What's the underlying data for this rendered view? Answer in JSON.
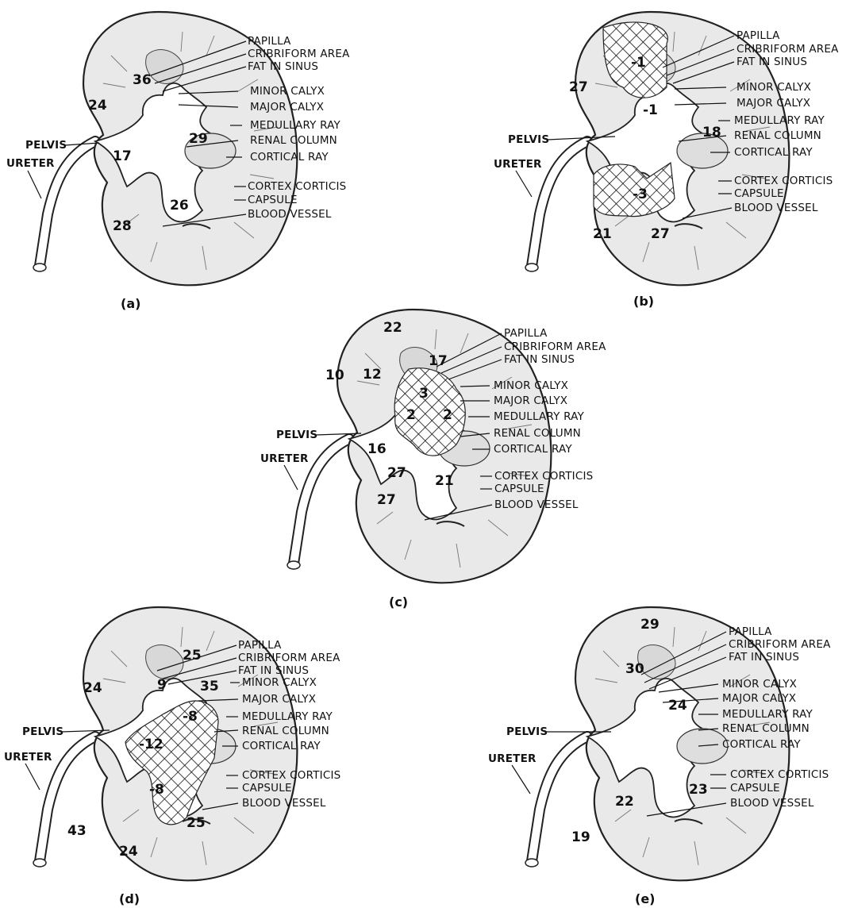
{
  "structure_labels": [
    "PAPILLA",
    "CRIBRIFORM AREA",
    "FAT IN SINUS",
    "MINOR CALYX",
    "MAJOR CALYX",
    "MEDULLARY RAY",
    "RENAL COLUMN",
    "CORTICAL RAY",
    "CORTEX CORTICIS",
    "CAPSULE",
    "BLOOD VESSEL"
  ],
  "left_labels": {
    "pelvis": "PELVIS",
    "ureter": "URETER"
  },
  "panels": [
    {
      "id": "a",
      "caption": "(a)",
      "regions": [
        "36",
        "24",
        "29",
        "17",
        "26",
        "28"
      ]
    },
    {
      "id": "b",
      "caption": "(b)",
      "regions": [
        "-1",
        "27",
        "-1",
        "18",
        "-3",
        "21",
        "27"
      ]
    },
    {
      "id": "c",
      "caption": "(c)",
      "regions": [
        "22",
        "10",
        "12",
        "17",
        "3",
        "2",
        "2",
        "16",
        "27",
        "27",
        "21"
      ]
    },
    {
      "id": "d",
      "caption": "(d)",
      "regions": [
        "25",
        "24",
        "9",
        "35",
        "-8",
        "-12",
        "-8",
        "43",
        "24",
        "25"
      ]
    },
    {
      "id": "e",
      "caption": "(e)",
      "regions": [
        "29",
        "30",
        "24",
        "23",
        "22",
        "19"
      ]
    }
  ]
}
